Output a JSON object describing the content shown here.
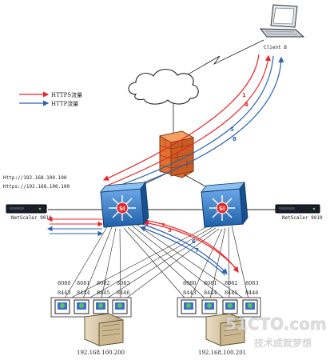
{
  "client": {
    "label": "Client B"
  },
  "legend": [
    {
      "label": "HTTPS流量",
      "color": "#e8262a"
    },
    {
      "label": "HTTP流量",
      "color": "#2a62b0"
    }
  ],
  "urls": {
    "http": "Http://192.168.100.100",
    "https": "Https://192.168.100.100"
  },
  "netscaler": {
    "left": "NetScaler 9010",
    "right": "NetScaler 9010"
  },
  "switch_labels": {
    "left": "SI",
    "right": "SI"
  },
  "flow_numbers": {
    "n1": "1",
    "n4": "4",
    "n5": "5",
    "n8": "8",
    "n2": "2",
    "n3": "3",
    "n6": "6",
    "n7": "7"
  },
  "servers": [
    {
      "ip": "192.168.100.200",
      "ports_top": [
        "8080",
        "8081",
        "8082",
        "8083"
      ],
      "ports_bottom": [
        "8443",
        "8444",
        "8445",
        "8446"
      ]
    },
    {
      "ip": "192.168.100.201",
      "ports_top": [
        "8080",
        "8081",
        "8082",
        "8083"
      ],
      "ports_bottom": [
        "8443",
        "8444",
        "8445",
        "8446"
      ]
    }
  ],
  "watermark": {
    "main": "51CTO.com",
    "sub": "技术成就梦想"
  },
  "colors": {
    "https": "#e8262a",
    "http": "#2a62b0",
    "switch": "#2d74c4",
    "firewall": "#e07030"
  }
}
